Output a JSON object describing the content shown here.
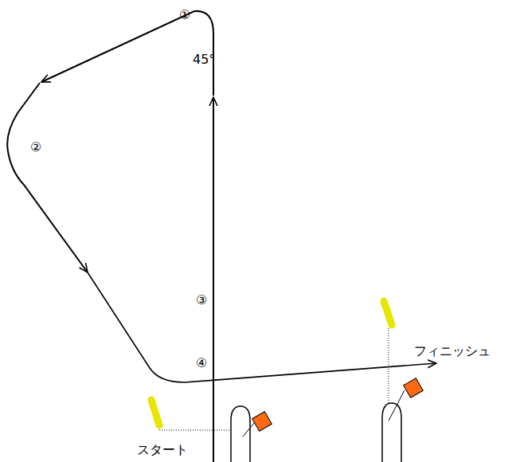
{
  "diagram": {
    "labels": [
      "①",
      "45°",
      "②",
      "③",
      "④",
      "フィニッシュ",
      "スタート"
    ]
  }
}
